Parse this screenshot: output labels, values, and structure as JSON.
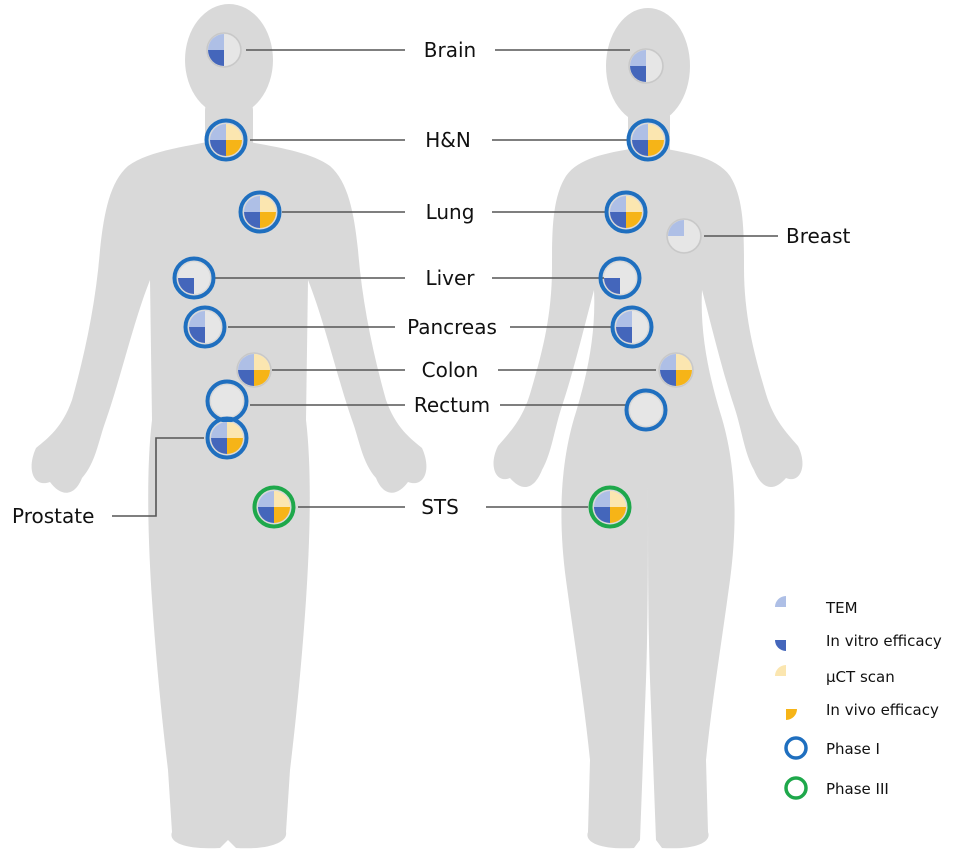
{
  "colors": {
    "body": "#d9d9d9",
    "tem": "#aebfe6",
    "in_vitro": "#4466bb",
    "uct": "#fbe6b0",
    "in_vivo": "#f6b417",
    "phase_1": "#1f6fbf",
    "phase_3": "#1ea84b",
    "empty_fill": "#e6e6e6",
    "empty_ring": "#c8c8c8"
  },
  "organs": {
    "brain": "Brain",
    "hn": "H&N",
    "lung": "Lung",
    "breast": "Breast",
    "liver": "Liver",
    "pancreas": "Pancreas",
    "colon": "Colon",
    "rectum": "Rectum",
    "prostate": "Prostate",
    "sts": "STS"
  },
  "legend": {
    "tem": "TEM",
    "in_vitro": "In vitro efficacy",
    "uct": "µCT scan",
    "in_vivo": "In vivo efficacy",
    "phase_1": "Phase I",
    "phase_3": "Phase III"
  },
  "markers": {
    "male-brain": {
      "tem": true,
      "in_vitro": true,
      "uct": false,
      "in_vivo": false,
      "phase": "none"
    },
    "male-hn": {
      "tem": true,
      "in_vitro": true,
      "uct": true,
      "in_vivo": true,
      "phase": "I"
    },
    "male-lung": {
      "tem": true,
      "in_vitro": true,
      "uct": true,
      "in_vivo": true,
      "phase": "I"
    },
    "male-liver": {
      "tem": false,
      "in_vitro": true,
      "uct": false,
      "in_vivo": false,
      "phase": "I"
    },
    "male-pancreas": {
      "tem": true,
      "in_vitro": true,
      "uct": false,
      "in_vivo": false,
      "phase": "I"
    },
    "male-colon": {
      "tem": true,
      "in_vitro": true,
      "uct": true,
      "in_vivo": true,
      "phase": "none"
    },
    "male-rectum": {
      "tem": false,
      "in_vitro": false,
      "uct": false,
      "in_vivo": false,
      "phase": "I"
    },
    "male-prostate": {
      "tem": true,
      "in_vitro": true,
      "uct": true,
      "in_vivo": true,
      "phase": "I"
    },
    "male-sts": {
      "tem": true,
      "in_vitro": true,
      "uct": true,
      "in_vivo": true,
      "phase": "III"
    },
    "female-brain": {
      "tem": true,
      "in_vitro": true,
      "uct": false,
      "in_vivo": false,
      "phase": "none"
    },
    "female-hn": {
      "tem": true,
      "in_vitro": true,
      "uct": true,
      "in_vivo": true,
      "phase": "I"
    },
    "female-lung": {
      "tem": true,
      "in_vitro": true,
      "uct": true,
      "in_vivo": true,
      "phase": "I"
    },
    "female-breast": {
      "tem": true,
      "in_vitro": false,
      "uct": false,
      "in_vivo": false,
      "phase": "none"
    },
    "female-liver": {
      "tem": false,
      "in_vitro": true,
      "uct": false,
      "in_vivo": false,
      "phase": "I"
    },
    "female-pancreas": {
      "tem": true,
      "in_vitro": true,
      "uct": false,
      "in_vivo": false,
      "phase": "I"
    },
    "female-colon": {
      "tem": true,
      "in_vitro": true,
      "uct": true,
      "in_vivo": true,
      "phase": "none"
    },
    "female-rectum": {
      "tem": false,
      "in_vitro": false,
      "uct": false,
      "in_vivo": false,
      "phase": "I"
    },
    "female-sts": {
      "tem": true,
      "in_vitro": true,
      "uct": true,
      "in_vivo": true,
      "phase": "III"
    }
  }
}
